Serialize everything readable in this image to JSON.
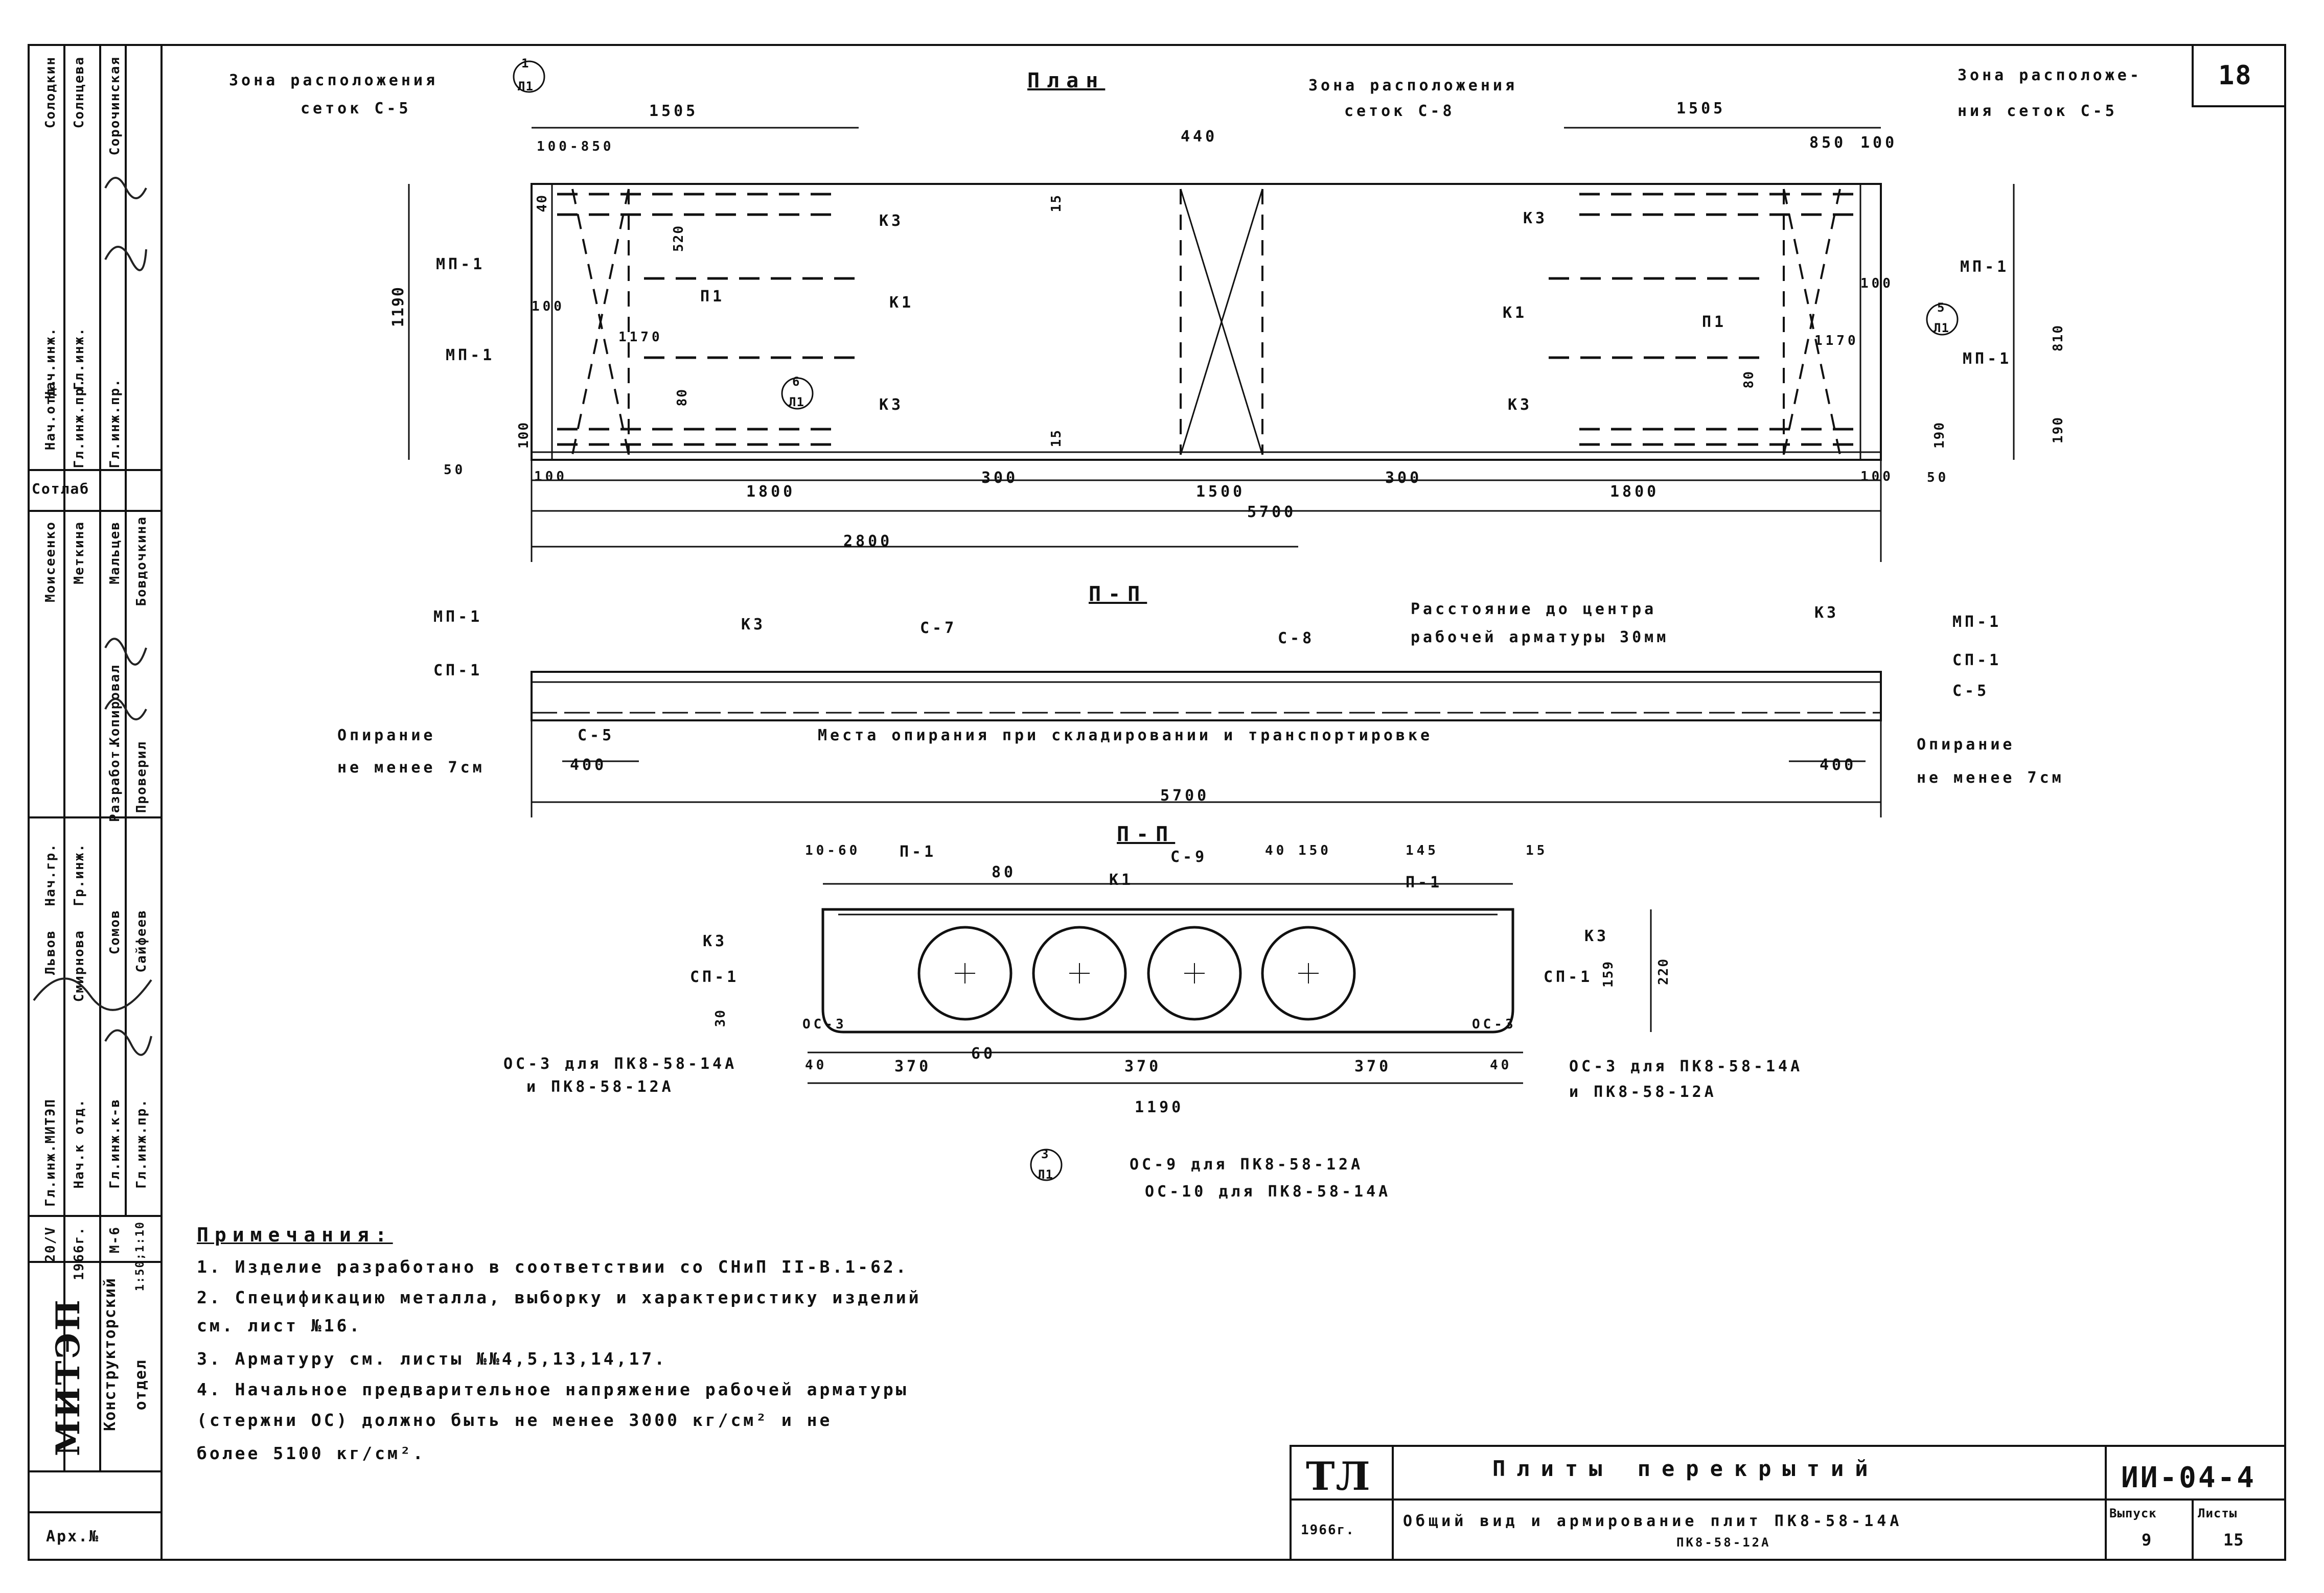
{
  "sheet_number": "18",
  "plan": {
    "title": "План",
    "zone_left": [
      "Зона расположения",
      "сеток С-5"
    ],
    "zone_center": [
      "Зона расположения",
      "сеток С-8"
    ],
    "zone_right": [
      "Зона расположе-",
      "ния сеток С-5"
    ],
    "section_mark_top": [
      "1",
      "Л1"
    ],
    "section_mark_left": [
      "6",
      "Л1"
    ],
    "section_mark_right": [
      "5",
      "Л1"
    ],
    "dims_top": [
      "1505",
      "1505",
      "100-850",
      "440",
      "850",
      "100"
    ],
    "dims_bottom": [
      "1800",
      "300",
      "1500",
      "300",
      "1800",
      "100",
      "100",
      "5700",
      "2800"
    ],
    "dims_side": [
      "1190",
      "15",
      "15",
      "50",
      "100",
      "100",
      "50",
      "190",
      "810",
      "190",
      "40",
      "100",
      "520"
    ],
    "labels": [
      "К3",
      "К3",
      "К3",
      "К3",
      "К1",
      "К1",
      "П1",
      "П1",
      "МП-1",
      "МП-1",
      "МП-1",
      "МП-1",
      "1170",
      "1170",
      "80",
      "80"
    ]
  },
  "elevation": {
    "title": "П-П",
    "marks": [
      "МП-1",
      "СП-1",
      "К3",
      "С-7",
      "С-8",
      "К3",
      "МП-1",
      "СП-1",
      "С-5",
      "С-5"
    ],
    "note_center": [
      "Расстояние до центра",
      "рабочей арматуры 30мм"
    ],
    "support_text": "Места опирания при складировании и транспортировке",
    "support_left": [
      "Опирание",
      "не менее 7см"
    ],
    "support_right": [
      "Опирание",
      "не менее 7см"
    ],
    "dims": [
      "400",
      "400",
      "5700"
    ]
  },
  "section": {
    "title": "П-П",
    "top_dims": [
      "10-60",
      "П-1",
      "80",
      "К1",
      "С-9",
      "40",
      "150",
      "145",
      "15"
    ],
    "labels": [
      "К3",
      "СП-1",
      "К3",
      "СП-1",
      "П-1",
      "159",
      "220",
      "ОС-3",
      "ОС-3"
    ],
    "bottom_dims": [
      "40",
      "370",
      "60",
      "370",
      "370",
      "40",
      "1190",
      "30"
    ],
    "mark": [
      "3",
      "Л1"
    ],
    "callouts_left": [
      "ОС-3 для ПК8-58-14А",
      "и ПК8-58-12А"
    ],
    "callouts_right": [
      "ОС-3 для ПК8-58-14А",
      "и ПК8-58-12А"
    ],
    "callouts_bottom": [
      "ОС-9 для ПК8-58-12А",
      "ОС-10 для ПК8-58-14А"
    ]
  },
  "notes": {
    "title": "Примечания:",
    "lines": [
      "1. Изделие разработано в соответствии со СНиП II-В.1-62.",
      "2. Спецификацию металла, выборку и характеристику изделий",
      "   см. лист №16.",
      "3. Арматуру см. листы №№4,5,13,14,17.",
      "4. Начальное предварительное напряжение рабочей арматуры",
      "   (стержни ОС) должно быть не менее 3000 кг/см² и не",
      "   более 5100 кг/см²."
    ]
  },
  "title_block": {
    "org_code": "ТЛ",
    "year": "1966г.",
    "title": "Плиты перекрытий",
    "subtitle_1": "Общий вид и армирование плит ПК8-58-14А",
    "subtitle_2": "ПК8-58-12А",
    "series": "ИИ-04-4",
    "issue_label": "Выпуск",
    "issue": "9",
    "sheet_label": "Листы",
    "sheet": "15"
  },
  "left_strip": {
    "org": "МИТЭП",
    "dept": [
      "Конструкторский",
      "отдел"
    ],
    "arch": "Арх.№",
    "date": [
      "20/V",
      "1966г."
    ],
    "codes": [
      "М-6",
      "1:50;1:10"
    ],
    "roles": [
      "Гл.инж.МИТЭП",
      "Нач.к отд.",
      "Гл.инж.к-в",
      "Гл.инж.пр.",
      "Нач.гр.",
      "Гр.инж.",
      "Разработ.",
      "Проверил",
      "Копировал",
      "Нач.отд.",
      "Гл.инж.пр.",
      "Гл.инж.пр."
    ],
    "names": [
      "Львов",
      "Смирнова",
      "Сомов",
      "Сайфеев",
      "Моисеенко",
      "Меткина",
      "Мальцев",
      "Бовдочкина",
      "Сотлаб",
      "Нач.инж.",
      "Гл.инж.",
      "Солодкин",
      "Солнцева",
      "Сорочинская"
    ]
  },
  "colors": {
    "ink": "#111111",
    "paper": "#ffffff"
  }
}
